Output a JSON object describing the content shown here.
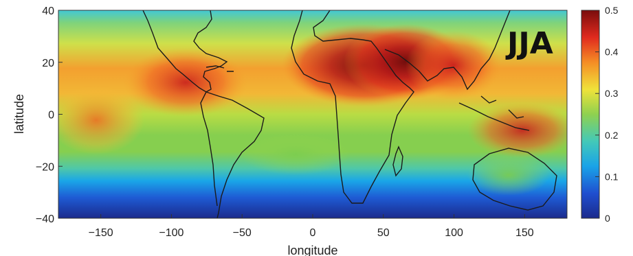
{
  "map": {
    "season_label": "JJA",
    "xlabel": "longitude",
    "ylabel": "latitude",
    "x_ticks": [
      "−150",
      "−100",
      "−50",
      "0",
      "50",
      "100",
      "150"
    ],
    "x_tick_values": [
      -150,
      -100,
      -50,
      0,
      50,
      100,
      150
    ],
    "y_ticks": [
      "40",
      "20",
      "0",
      "−20",
      "−40"
    ],
    "y_tick_values": [
      40,
      20,
      0,
      -20,
      -40
    ],
    "xlim": [
      -180,
      180
    ],
    "ylim": [
      -40,
      40
    ],
    "colorbar": {
      "ticks": [
        "0.5",
        "0.4",
        "0.3",
        "0.2",
        "0.1",
        "0"
      ],
      "tick_values": [
        0.5,
        0.4,
        0.3,
        0.2,
        0.1,
        0
      ],
      "range": [
        0,
        0.5
      ],
      "colormap": "jet"
    },
    "colors": {
      "coastline": "#1a1a1a",
      "jet_low": "#1b2a8c",
      "jet_high": "#7a0d0d"
    }
  }
}
